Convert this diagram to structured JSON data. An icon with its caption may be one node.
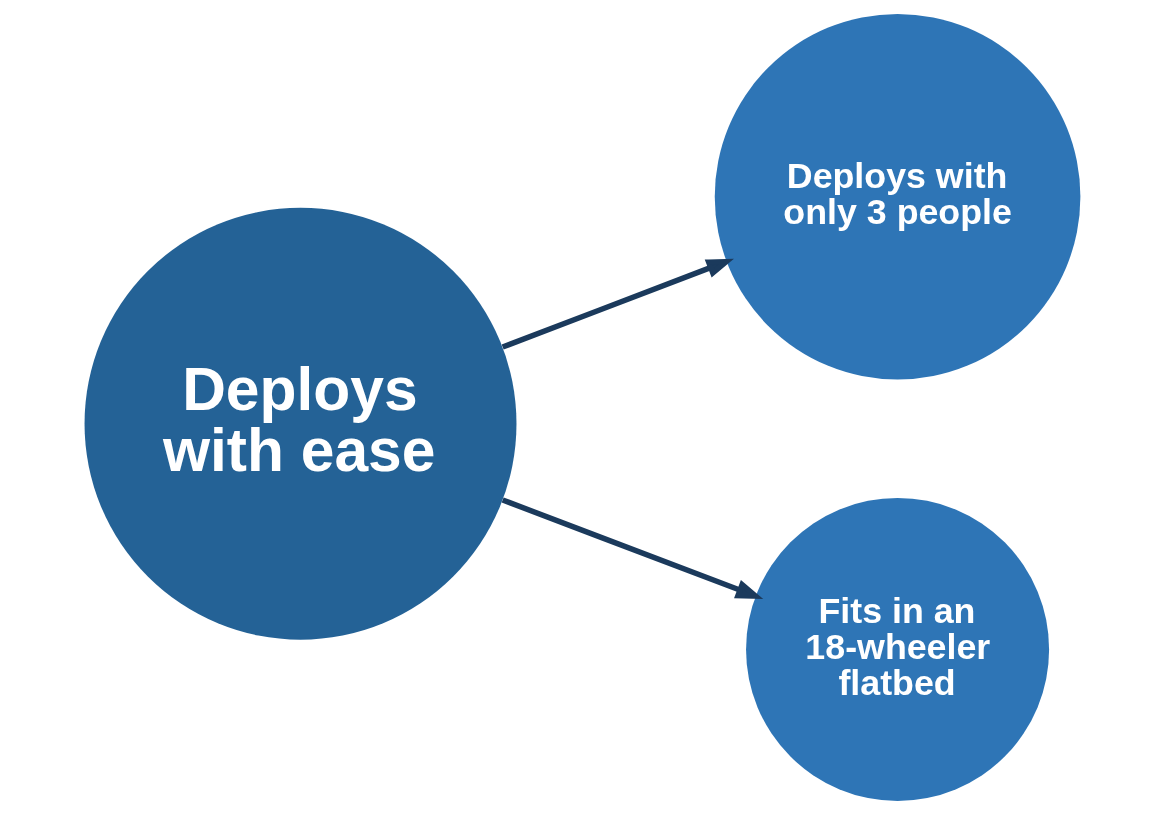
{
  "diagram": {
    "nodes": [
      {
        "text": [
          "Deploys with ease"
        ]
      },
      {
        "text": [
          "Deploys with only 3 people"
        ]
      },
      {
        "text": [
          "Fits in an 18-wheeler flatbed"
        ]
      }
    ],
    "edges": [
      {
        "from": 0,
        "to": 1,
        "arrow": "to"
      },
      {
        "from": 0,
        "to": 2,
        "arrow": "to"
      }
    ]
  }
}
